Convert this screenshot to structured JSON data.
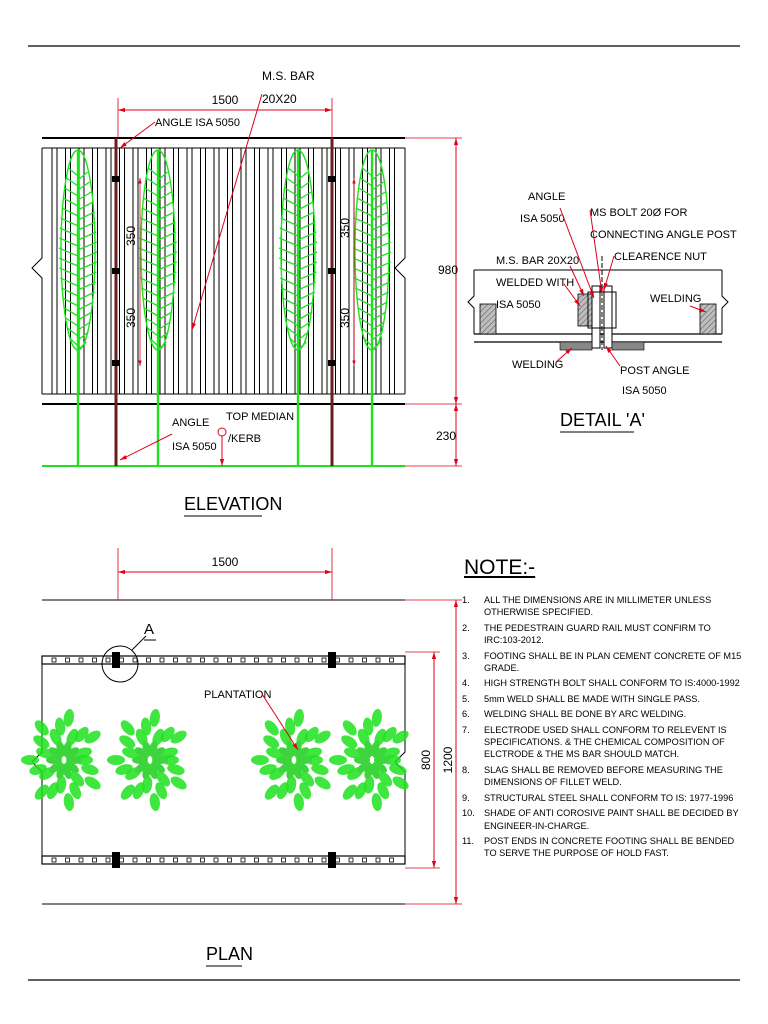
{
  "colors": {
    "line": "#000000",
    "dimension": "#e0001a",
    "plant": "#1ee21e",
    "angle_post": "#6b1e1e",
    "hatch": "#808080"
  },
  "elevation": {
    "title": "ELEVATION",
    "ms_bar_label_1": "M.S. BAR",
    "ms_bar_label_2": "20X20",
    "span_dim": "1500",
    "angle_label_top": "ANGLE ISA 5050",
    "spacing_dim": "350",
    "height_dim": "980",
    "base_dim": "230",
    "angle_label_bottom_1": "ANGLE",
    "angle_label_bottom_2": "ISA 5050",
    "median_label_1": "TOP MEDIAN",
    "median_label_2": "/KERB"
  },
  "detail": {
    "title": "DETAIL 'A'",
    "angle_1": "ANGLE",
    "angle_2": "ISA 5050",
    "bolt_1": "MS BOLT 20Ø FOR",
    "bolt_2": "CONNECTING ANGLE POST",
    "ms_bar": "M.S. BAR 20X20",
    "clearance_nut": "CLEARENCE NUT",
    "welded_1": "WELDED WITH",
    "welded_2": "ISA 5050",
    "welding_right": "WELDING",
    "welding_bottom": "WELDING",
    "post_angle_1": "POST ANGLE",
    "post_angle_2": "ISA 5050"
  },
  "plan": {
    "title": "PLAN",
    "span_dim": "1500",
    "marker": "A",
    "plantation": "PLANTATION",
    "inner_dim": "800",
    "outer_dim": "1200"
  },
  "notes": {
    "title": "NOTE:-",
    "items": [
      "ALL THE DIMENSIONS ARE IN MILLIMETER UNLESS OTHERWISE SPECIFIED.",
      "THE PEDESTRAIN GUARD RAIL MUST CONFIRM TO IRC:103-2012.",
      "FOOTING SHALL BE IN PLAN CEMENT CONCRETE OF M15 GRADE.",
      "HIGH STRENGTH BOLT SHALL CONFORM TO IS:4000-1992",
      "5mm WELD SHALL BE MADE WITH SINGLE PASS.",
      "WELDING SHALL BE DONE BY ARC WELDING.",
      "ELECTRODE USED SHALL CONFORM TO RELEVENT IS SPECIFICATIONS. & THE CHEMICAL COMPOSITION OF ELCTRODE & THE MS BAR SHOULD MATCH.",
      "SLAG SHALL BE REMOVED BEFORE MEASURING THE DIMENSIONS OF FILLET WELD.",
      "STRUCTURAL STEEL SHALL CONFORM TO IS: 1977-1996",
      "SHADE OF ANTI COROSIVE PAINT SHALL BE DECIDED BY ENGINEER-IN-CHARGE.",
      "POST ENDS IN CONCRETE FOOTING SHALL BE BENDED TO SERVE THE PURPOSE OF HOLD FAST."
    ]
  }
}
